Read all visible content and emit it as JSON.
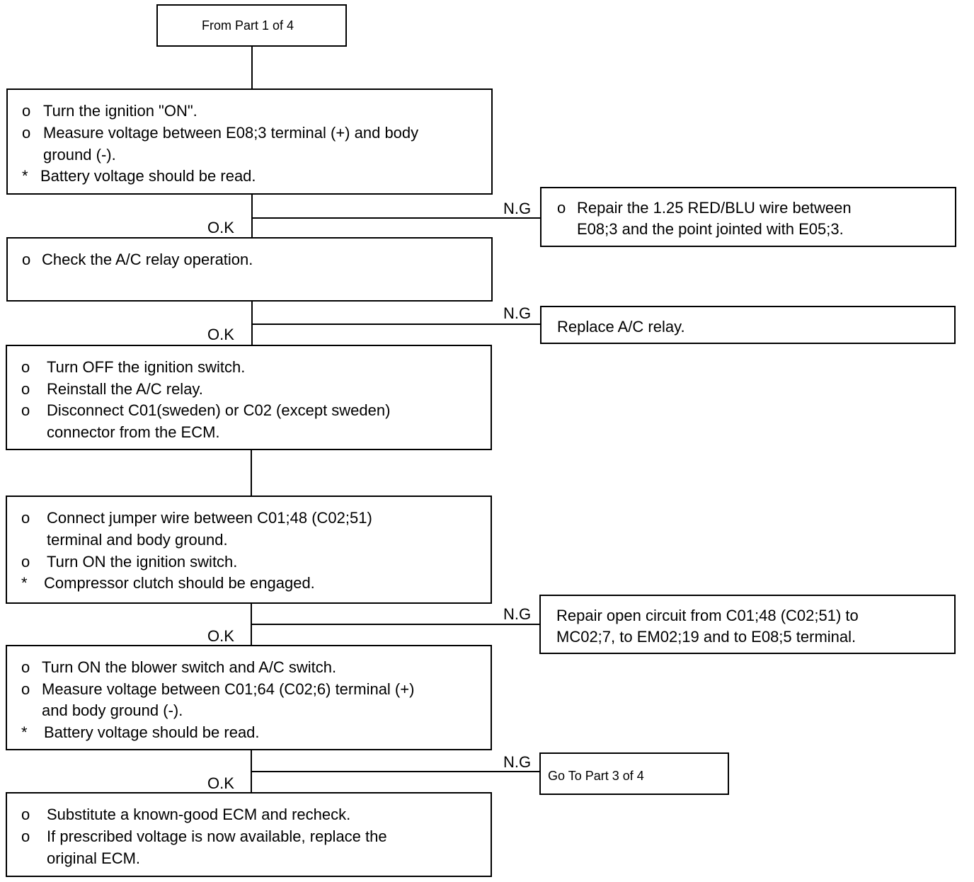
{
  "start_box": {
    "text": "From Part 1 of 4"
  },
  "step1": {
    "lines": [
      {
        "bullet": "o",
        "text": "Turn the ignition \"ON\"."
      },
      {
        "bullet": "o",
        "text": "Measure voltage between E08;3 terminal (+) and body"
      },
      {
        "bullet": "",
        "text": "ground (-)."
      },
      {
        "bullet": "*",
        "text": "Battery voltage should be read."
      }
    ],
    "ok_label": "O.K",
    "ng_label": "N.G",
    "ng_box": {
      "lines": [
        {
          "bullet": "o",
          "text": "Repair the 1.25 RED/BLU wire between"
        },
        {
          "bullet": "",
          "text": "E08;3 and the point jointed with E05;3."
        }
      ]
    }
  },
  "step2": {
    "lines": [
      {
        "bullet": "o",
        "text": "Check the A/C relay operation."
      }
    ],
    "ok_label": "O.K",
    "ng_label": "N.G",
    "ng_box": {
      "text": "Replace A/C relay."
    }
  },
  "step3": {
    "lines": [
      {
        "bullet": "o",
        "text": "Turn OFF the ignition switch."
      },
      {
        "bullet": "o",
        "text": "Reinstall the A/C relay."
      },
      {
        "bullet": "o",
        "text": "Disconnect C01(sweden) or C02 (except sweden)"
      },
      {
        "bullet": "",
        "text": "connector from the ECM."
      }
    ]
  },
  "step4": {
    "lines": [
      {
        "bullet": "o",
        "text": "Connect jumper wire between C01;48 (C02;51)"
      },
      {
        "bullet": "",
        "text": "terminal and body ground."
      },
      {
        "bullet": "o",
        "text": "Turn ON the ignition switch."
      },
      {
        "bullet": "*",
        "text": "Compressor clutch should be engaged."
      }
    ],
    "ok_label": "O.K",
    "ng_label": "N.G",
    "ng_box": {
      "lines": [
        {
          "text": "Repair open circuit from C01;48 (C02;51) to"
        },
        {
          "text": "MC02;7, to EM02;19 and to E08;5 terminal."
        }
      ]
    }
  },
  "step5": {
    "lines": [
      {
        "bullet": "o",
        "text": "Turn ON the blower switch and A/C switch."
      },
      {
        "bullet": "o",
        "text": "Measure voltage between C01;64 (C02;6) terminal (+)"
      },
      {
        "bullet": "",
        "text": "and body ground (-)."
      },
      {
        "bullet": "*",
        "text": "Battery voltage should be read."
      }
    ],
    "ok_label": "O.K",
    "ng_label": "N.G",
    "ng_box": {
      "text": "Go To Part 3 of 4"
    }
  },
  "step6": {
    "lines": [
      {
        "bullet": "o",
        "text": "Substitute a known-good ECM and recheck."
      },
      {
        "bullet": "o",
        "text": "If prescribed voltage is now available, replace the"
      },
      {
        "bullet": "",
        "text": "original ECM."
      }
    ]
  }
}
